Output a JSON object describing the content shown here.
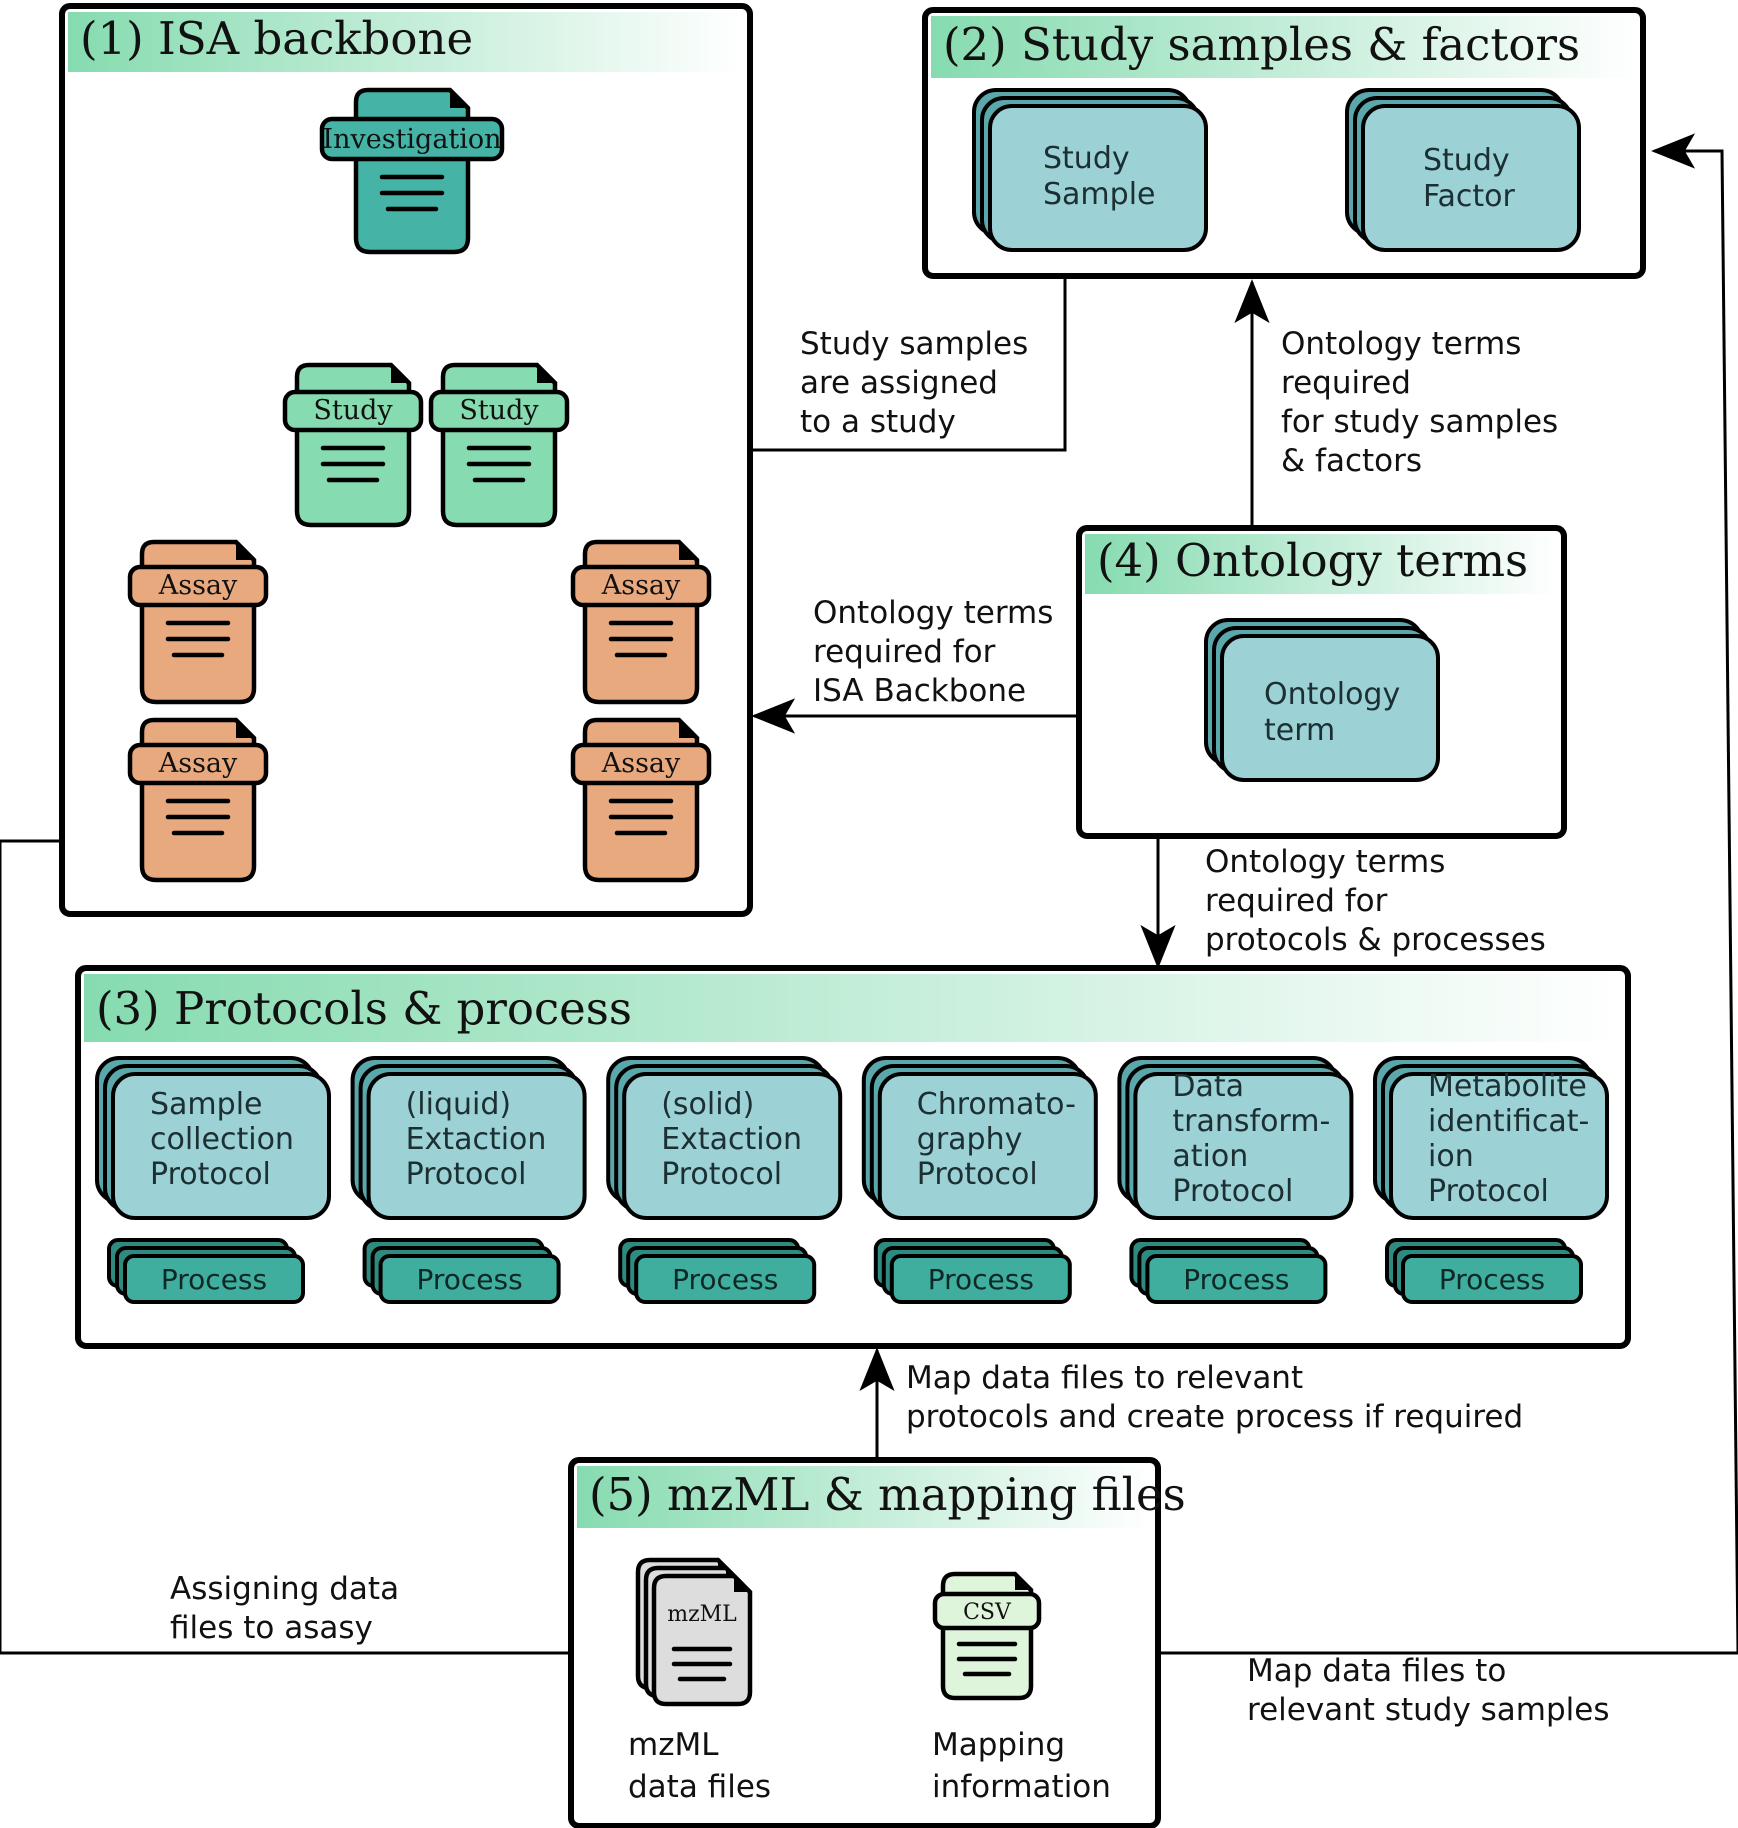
{
  "colors": {
    "investigation": "#45b4a7",
    "study": "#86dbb0",
    "assay": "#e9a97e",
    "card": "#9cd1d5",
    "process": "#3fae9e",
    "mzml": "#dddddd",
    "csv": "#def5dc",
    "title_gradient_start": "#86dbb0"
  },
  "panels": {
    "isa": {
      "title": "(1) ISA backbone"
    },
    "study_samples": {
      "title": "(2) Study samples & factors"
    },
    "protocols": {
      "title": "(3) Protocols & process"
    },
    "ontology": {
      "title": "(4) Ontology terms"
    },
    "files": {
      "title": "(5) mzML & mapping files"
    }
  },
  "isa": {
    "investigation": "Investigation",
    "study_1": "Study",
    "study_2": "Study",
    "assay_1": "Assay",
    "assay_2": "Assay",
    "assay_3": "Assay",
    "assay_4": "Assay"
  },
  "study_cards": {
    "sample": [
      "Study",
      "Sample"
    ],
    "factor": [
      "Study",
      "Factor"
    ]
  },
  "ontology_card": [
    "Ontology",
    "term"
  ],
  "protocols": [
    {
      "lines": [
        "Sample",
        "collection",
        "Protocol"
      ],
      "process": "Process"
    },
    {
      "lines": [
        "(liquid)",
        "Extaction",
        "Protocol"
      ],
      "process": "Process"
    },
    {
      "lines": [
        "(solid)",
        "Extaction",
        "Protocol"
      ],
      "process": "Process"
    },
    {
      "lines": [
        "Chromato-",
        "graphy",
        "Protocol"
      ],
      "process": "Process"
    },
    {
      "lines": [
        "Data",
        "transform-",
        "ation",
        "Protocol"
      ],
      "process": "Process"
    },
    {
      "lines": [
        "Metabolite",
        "identificat-",
        "ion",
        "Protocol"
      ],
      "process": "Process"
    }
  ],
  "files": {
    "mzml_tab": "mzML",
    "csv_tab": "CSV",
    "mzml_label": [
      "mzML",
      "data files"
    ],
    "csv_label": [
      "Mapping",
      "information"
    ]
  },
  "arrow_labels": {
    "samples_to_study": [
      "Study samples",
      "are assigned",
      "to a study"
    ],
    "ontology_to_samples": [
      "Ontology terms",
      "required",
      "for study samples",
      "& factors"
    ],
    "ontology_to_isa": [
      "Ontology terms",
      "required for",
      "ISA Backbone"
    ],
    "ontology_to_protocols": [
      "Ontology terms",
      "required for",
      "protocols & processes"
    ],
    "files_to_protocols": [
      "Map data files to relevant",
      "protocols and create process if required"
    ],
    "files_to_assay": [
      "Assigning data",
      "files to asasy"
    ],
    "files_to_samples": [
      "Map data files to",
      "relevant study samples"
    ]
  }
}
